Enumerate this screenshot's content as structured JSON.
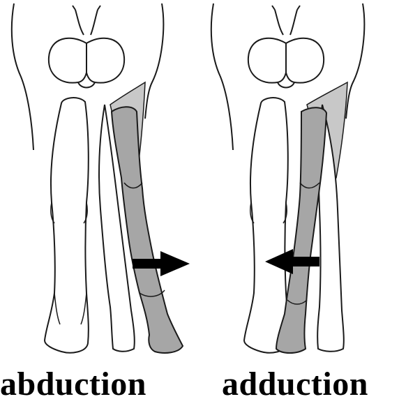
{
  "panels": [
    {
      "id": "left",
      "label": "abduction",
      "arrow_direction": "right"
    },
    {
      "id": "right",
      "label": "adduction",
      "arrow_direction": "left"
    }
  ],
  "colors": {
    "outline": "#1a1a1a",
    "moving_leg_fill": "#a6a6a6",
    "muscle_fill": "#c8c8c8",
    "arrow": "#000000",
    "background": "#ffffff"
  }
}
